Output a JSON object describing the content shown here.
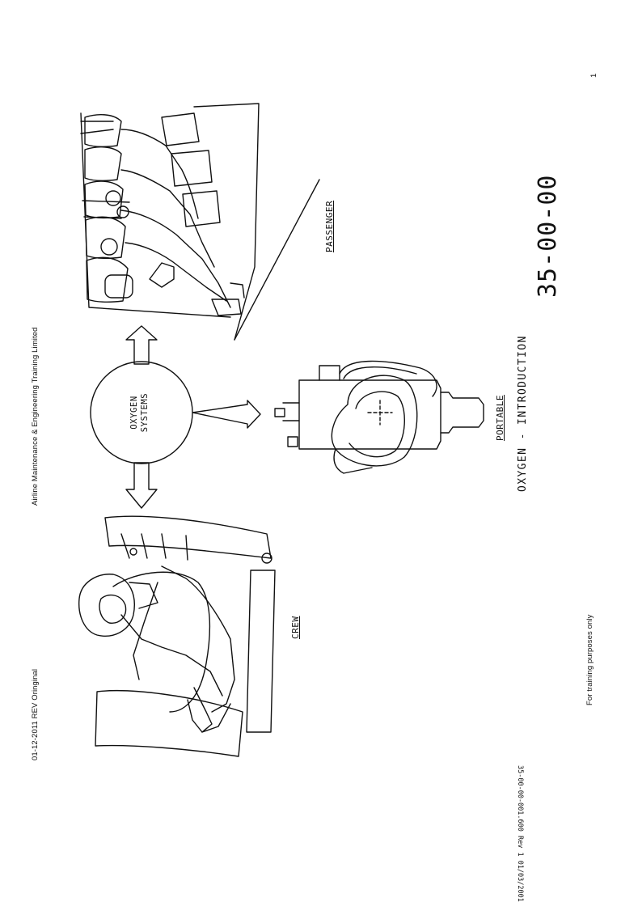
{
  "header": {
    "company": "Airline Maintenance & Engineering Training Limited",
    "page_number": "1"
  },
  "footer": {
    "revision": "01-12-2011 REV Oringinal",
    "training_note": "For training purposes only",
    "drawing_ref": "35-00-00-001.600 Rev 1 01/03/2001"
  },
  "diagram": {
    "center_label_line1": "OXYGEN",
    "center_label_line2": "SYSTEMS",
    "crew_label": "CREW",
    "portable_label": "PORTABLE",
    "passenger_label": "PASSENGER"
  },
  "title": "OXYGEN - INTRODUCTION",
  "chapter_code": "35-00-00"
}
